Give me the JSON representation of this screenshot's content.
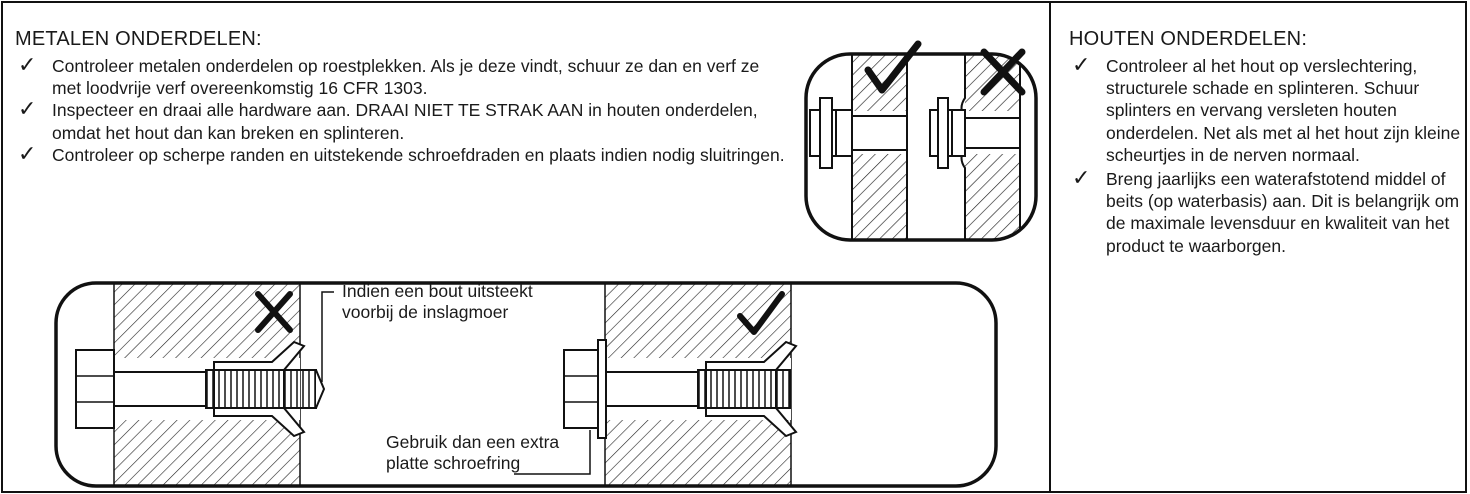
{
  "metal": {
    "title": "METALEN ONDERDELEN:",
    "items": [
      "Controleer metalen onderdelen op roestplekken. Als je deze vindt, schuur ze dan en verf ze met loodvrije verf overeenkomstig 16 CFR 1303.",
      "Inspecteer en draai alle hardware aan. DRAAI NIET TE STRAK AAN in houten onderdelen, omdat het hout dan kan breken en splinteren.",
      "Controleer op scherpe randen en uitstekende schroefdraden en plaats indien nodig sluitringen."
    ]
  },
  "wood": {
    "title": "HOUTEN ONDERDELEN:",
    "items": [
      "Controleer al het hout op verslechtering, structurele schade en splinteren. Schuur splinters en vervang versleten houten onderdelen. Net als met al het hout zijn kleine scheurtjes in de nerven normaal.",
      "Breng jaarlijks een waterafstotend middel of beits (op waterbasis) aan. Dit is belangrijk om de maximale levensduur en kwaliteit van het product te waarborgen."
    ]
  },
  "check_symbol": "✓",
  "diagram": {
    "callout_top_line1": "Indien een bout uitsteekt",
    "callout_top_line2": "voorbij de inslagmoer",
    "callout_bottom_line1": "Gebruik dan een extra",
    "callout_bottom_line2": "platte schroefring"
  }
}
